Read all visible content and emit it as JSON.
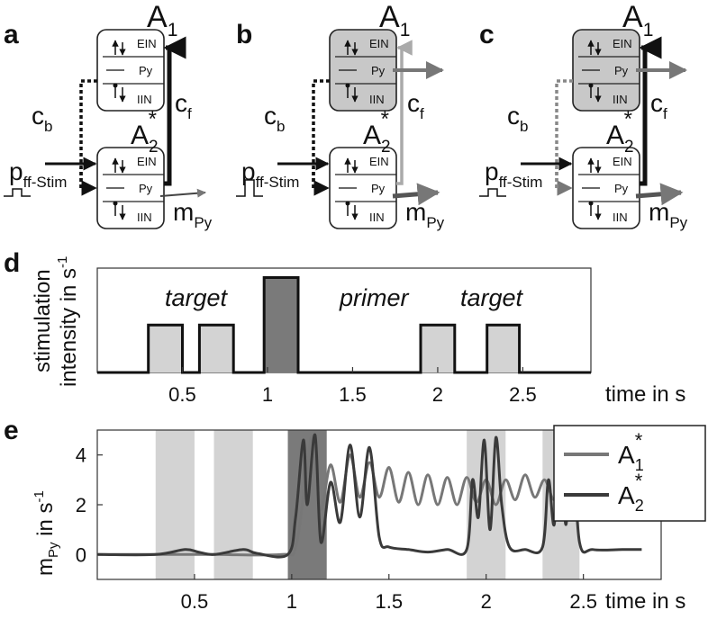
{
  "panels": {
    "a": {
      "letter": "a",
      "top_area": "A",
      "top_area_sub": "1",
      "bottom_area": "A",
      "bottom_area_sub": "2",
      "star": "*",
      "cb": "c",
      "cb_sub": "b",
      "cf": "c",
      "cf_sub": "f",
      "stim": "p",
      "stim_sub": "ff-Stim",
      "out": "m",
      "out_sub": "Py"
    },
    "b": {
      "letter": "b",
      "top_area": "A",
      "top_area_sub": "1",
      "bottom_area": "A",
      "bottom_area_sub": "2",
      "star": "*",
      "cb": "c",
      "cb_sub": "b",
      "cf": "c",
      "cf_sub": "f",
      "stim": "p",
      "stim_sub": "ff-Stim",
      "out": "m",
      "out_sub": "Py"
    },
    "c": {
      "letter": "c",
      "top_area": "A",
      "top_area_sub": "1",
      "bottom_area": "A",
      "bottom_area_sub": "2",
      "star": "*",
      "cb": "c",
      "cb_sub": "b",
      "cf": "c",
      "cf_sub": "f",
      "stim": "p",
      "stim_sub": "ff-Stim",
      "out": "m",
      "out_sub": "Py"
    },
    "populations": {
      "ein": "EIN",
      "py": "Py",
      "iin": "IIN"
    }
  },
  "colors": {
    "dark": "#222222",
    "mid_gray": "#777777",
    "light_gray": "#aaaaaa",
    "box_shaded": "#c8c8c8",
    "bar_light": "#d3d3d3",
    "bar_dark": "#7a7a7a",
    "line_a1": "#777777",
    "line_a2": "#3a3a3a"
  },
  "panel_d": {
    "letter": "d",
    "ylabel_1": "stimulation",
    "ylabel_2": "intensity  in s",
    "ylabel_sup": "-1",
    "xlabel": "time in s",
    "label_target_1": "target",
    "label_primer": "primer",
    "label_target_2": "target",
    "xticks": [
      "0.5",
      "1",
      "1.5",
      "2",
      "2.5"
    ]
  },
  "panel_e": {
    "letter": "e",
    "ylabel": "m",
    "ylabel_sub": "Py",
    "ylabel_rest": " in s",
    "ylabel_sup": "-1",
    "xlabel": "time in s",
    "xticks": [
      "0.5",
      "1",
      "1.5",
      "2",
      "2.5"
    ],
    "yticks": [
      "0",
      "2",
      "4"
    ],
    "legend": [
      {
        "name": "A",
        "sub": "1",
        "star": "*"
      },
      {
        "name": "A",
        "sub": "2",
        "star": "*"
      }
    ]
  },
  "chart_data": [
    {
      "type": "line",
      "x_range": [
        0,
        2.9
      ],
      "y_range": [
        0,
        2.2
      ],
      "series": [
        {
          "x": [
            0,
            0.3,
            0.3,
            0.5,
            0.5,
            0.6,
            0.6,
            0.8,
            0.8,
            0.98,
            0.98,
            1.18,
            1.18,
            1.9,
            1.9,
            2.1,
            2.1,
            2.29,
            2.29,
            2.48,
            2.48,
            2.9
          ],
          "y": [
            0,
            0,
            1,
            1,
            0,
            0,
            1,
            1,
            0,
            0,
            2,
            2,
            0,
            0,
            1,
            1,
            0,
            0,
            1,
            1,
            0,
            0
          ]
        }
      ],
      "highlight_bars": [
        {
          "x0": 0.3,
          "x1": 0.5,
          "level": 1,
          "shade": "light"
        },
        {
          "x0": 0.6,
          "x1": 0.8,
          "level": 1,
          "shade": "light"
        },
        {
          "x0": 0.98,
          "x1": 1.18,
          "level": 2,
          "shade": "dark"
        },
        {
          "x0": 1.9,
          "x1": 2.1,
          "level": 1,
          "shade": "light"
        },
        {
          "x0": 2.29,
          "x1": 2.48,
          "level": 1,
          "shade": "light"
        }
      ],
      "xticks": [
        0.5,
        1,
        1.5,
        2,
        2.5
      ]
    },
    {
      "type": "line",
      "x_range": [
        0,
        2.9
      ],
      "y_range": [
        -1,
        5
      ],
      "yticks": [
        0,
        2,
        4
      ],
      "xticks": [
        0.5,
        1,
        1.5,
        2,
        2.5
      ],
      "bands": [
        {
          "x0": 0.3,
          "x1": 0.5,
          "shade": "light"
        },
        {
          "x0": 0.6,
          "x1": 0.8,
          "shade": "light"
        },
        {
          "x0": 0.98,
          "x1": 1.18,
          "shade": "dark"
        },
        {
          "x0": 1.9,
          "x1": 2.1,
          "shade": "light"
        },
        {
          "x0": 2.29,
          "x1": 2.48,
          "shade": "light"
        }
      ],
      "series": [
        {
          "legend_index": 0,
          "x": [
            0,
            0.3,
            0.6,
            0.95,
            1.02,
            1.07,
            1.1,
            1.12,
            1.15,
            1.2,
            1.25,
            1.3,
            1.35,
            1.4,
            1.45,
            1.5,
            1.55,
            1.6,
            1.65,
            1.7,
            1.75,
            1.8,
            1.85,
            1.9,
            1.95,
            2.0,
            2.05,
            2.1,
            2.15,
            2.2,
            2.25,
            2.3,
            2.35,
            2.4,
            2.45,
            2.5,
            2.55,
            2.6,
            2.65,
            2.7,
            2.75,
            2.8
          ],
          "y": [
            0,
            0,
            0,
            0,
            0.3,
            3.0,
            4.7,
            4.0,
            1.8,
            3.6,
            2.1,
            4.0,
            2.3,
            3.7,
            2.3,
            3.5,
            2.1,
            3.3,
            2.0,
            3.2,
            2.0,
            3.1,
            2.0,
            3.1,
            2.1,
            3.0,
            2.0,
            3.0,
            2.2,
            3.2,
            2.3,
            3.0,
            2.2,
            3.1,
            2.4,
            3.0,
            2.3,
            3.0,
            2.4,
            3.0,
            2.4,
            2.9
          ]
        },
        {
          "legend_index": 1,
          "x": [
            0,
            0.3,
            0.45,
            0.52,
            0.6,
            0.75,
            0.82,
            0.98,
            1.02,
            1.06,
            1.08,
            1.12,
            1.15,
            1.2,
            1.25,
            1.3,
            1.35,
            1.4,
            1.45,
            1.5,
            1.6,
            1.7,
            1.8,
            1.9,
            1.93,
            1.96,
            1.99,
            2.02,
            2.05,
            2.08,
            2.12,
            2.2,
            2.29,
            2.32,
            2.35,
            2.38,
            2.41,
            2.44,
            2.48,
            2.55,
            2.7,
            2.8
          ],
          "y": [
            0,
            0,
            0.2,
            0.1,
            0,
            0.2,
            0.05,
            0,
            1.5,
            4.6,
            2.0,
            4.8,
            0.5,
            2.9,
            1.3,
            4.4,
            1.5,
            4.3,
            0.7,
            0.3,
            0.2,
            0.1,
            0.2,
            0.2,
            3.0,
            1.5,
            4.6,
            1.0,
            4.7,
            2.0,
            0.3,
            0.2,
            0.3,
            3.0,
            1.2,
            4.7,
            1.2,
            4.6,
            0.5,
            0.2,
            0.2,
            0.2
          ]
        }
      ]
    }
  ]
}
